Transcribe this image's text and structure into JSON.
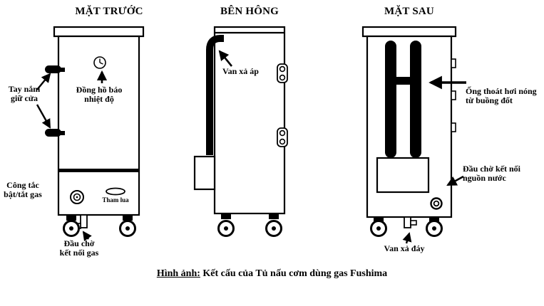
{
  "page": {
    "background": "#ffffff",
    "ink": "#000000"
  },
  "titles": {
    "front": "MẶT TRƯỚC",
    "side": "BÊN HÔNG",
    "back": "MẶT SAU"
  },
  "labels": {
    "door_handle": {
      "line1": "Tay nắm",
      "line2": "giữ cửa"
    },
    "temp_gauge": {
      "line1": "Đồng hồ báo",
      "line2": "nhiệt độ"
    },
    "gas_switch": {
      "line1": "Công tắc",
      "line2": "bật/tắt gas"
    },
    "flame_view": "Tham lua",
    "gas_connector": {
      "line1": "Đầu chờ",
      "line2": "kết nối gas"
    },
    "pressure_valve": "Van xả áp",
    "exhaust_pipe": {
      "line1": "Ống thoát hơi nóng",
      "line2": "từ buồng đốt"
    },
    "water_connector": {
      "line1": "Đầu chờ kết nối",
      "line2": "nguồn nước"
    },
    "drain_valve": "Van xả đáy"
  },
  "caption": {
    "prefix": "Hình ảnh:",
    "rest": " Kết cấu của Tủ nấu cơm dùng gas Fushima"
  }
}
